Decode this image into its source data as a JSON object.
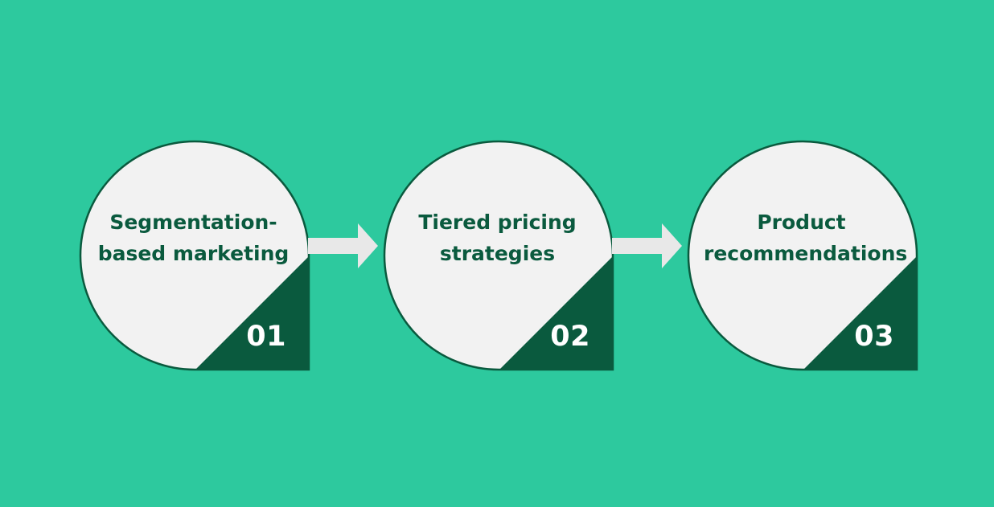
{
  "colors": {
    "background": "#2DC99E",
    "circle_fill": "#F2F2F2",
    "accent_dark": "#0A5A3E",
    "arrow": "#E8E8E8",
    "number_text": "#FFFFFF"
  },
  "steps": [
    {
      "line1": "Segmentation-",
      "line2": "based marketing",
      "number": "01"
    },
    {
      "line1": "Tiered pricing",
      "line2": "strategies",
      "number": "02"
    },
    {
      "line1": "Product",
      "line2": "recommendations",
      "number": "03"
    }
  ],
  "connectors": [
    "arrow-right-icon",
    "arrow-right-icon"
  ]
}
